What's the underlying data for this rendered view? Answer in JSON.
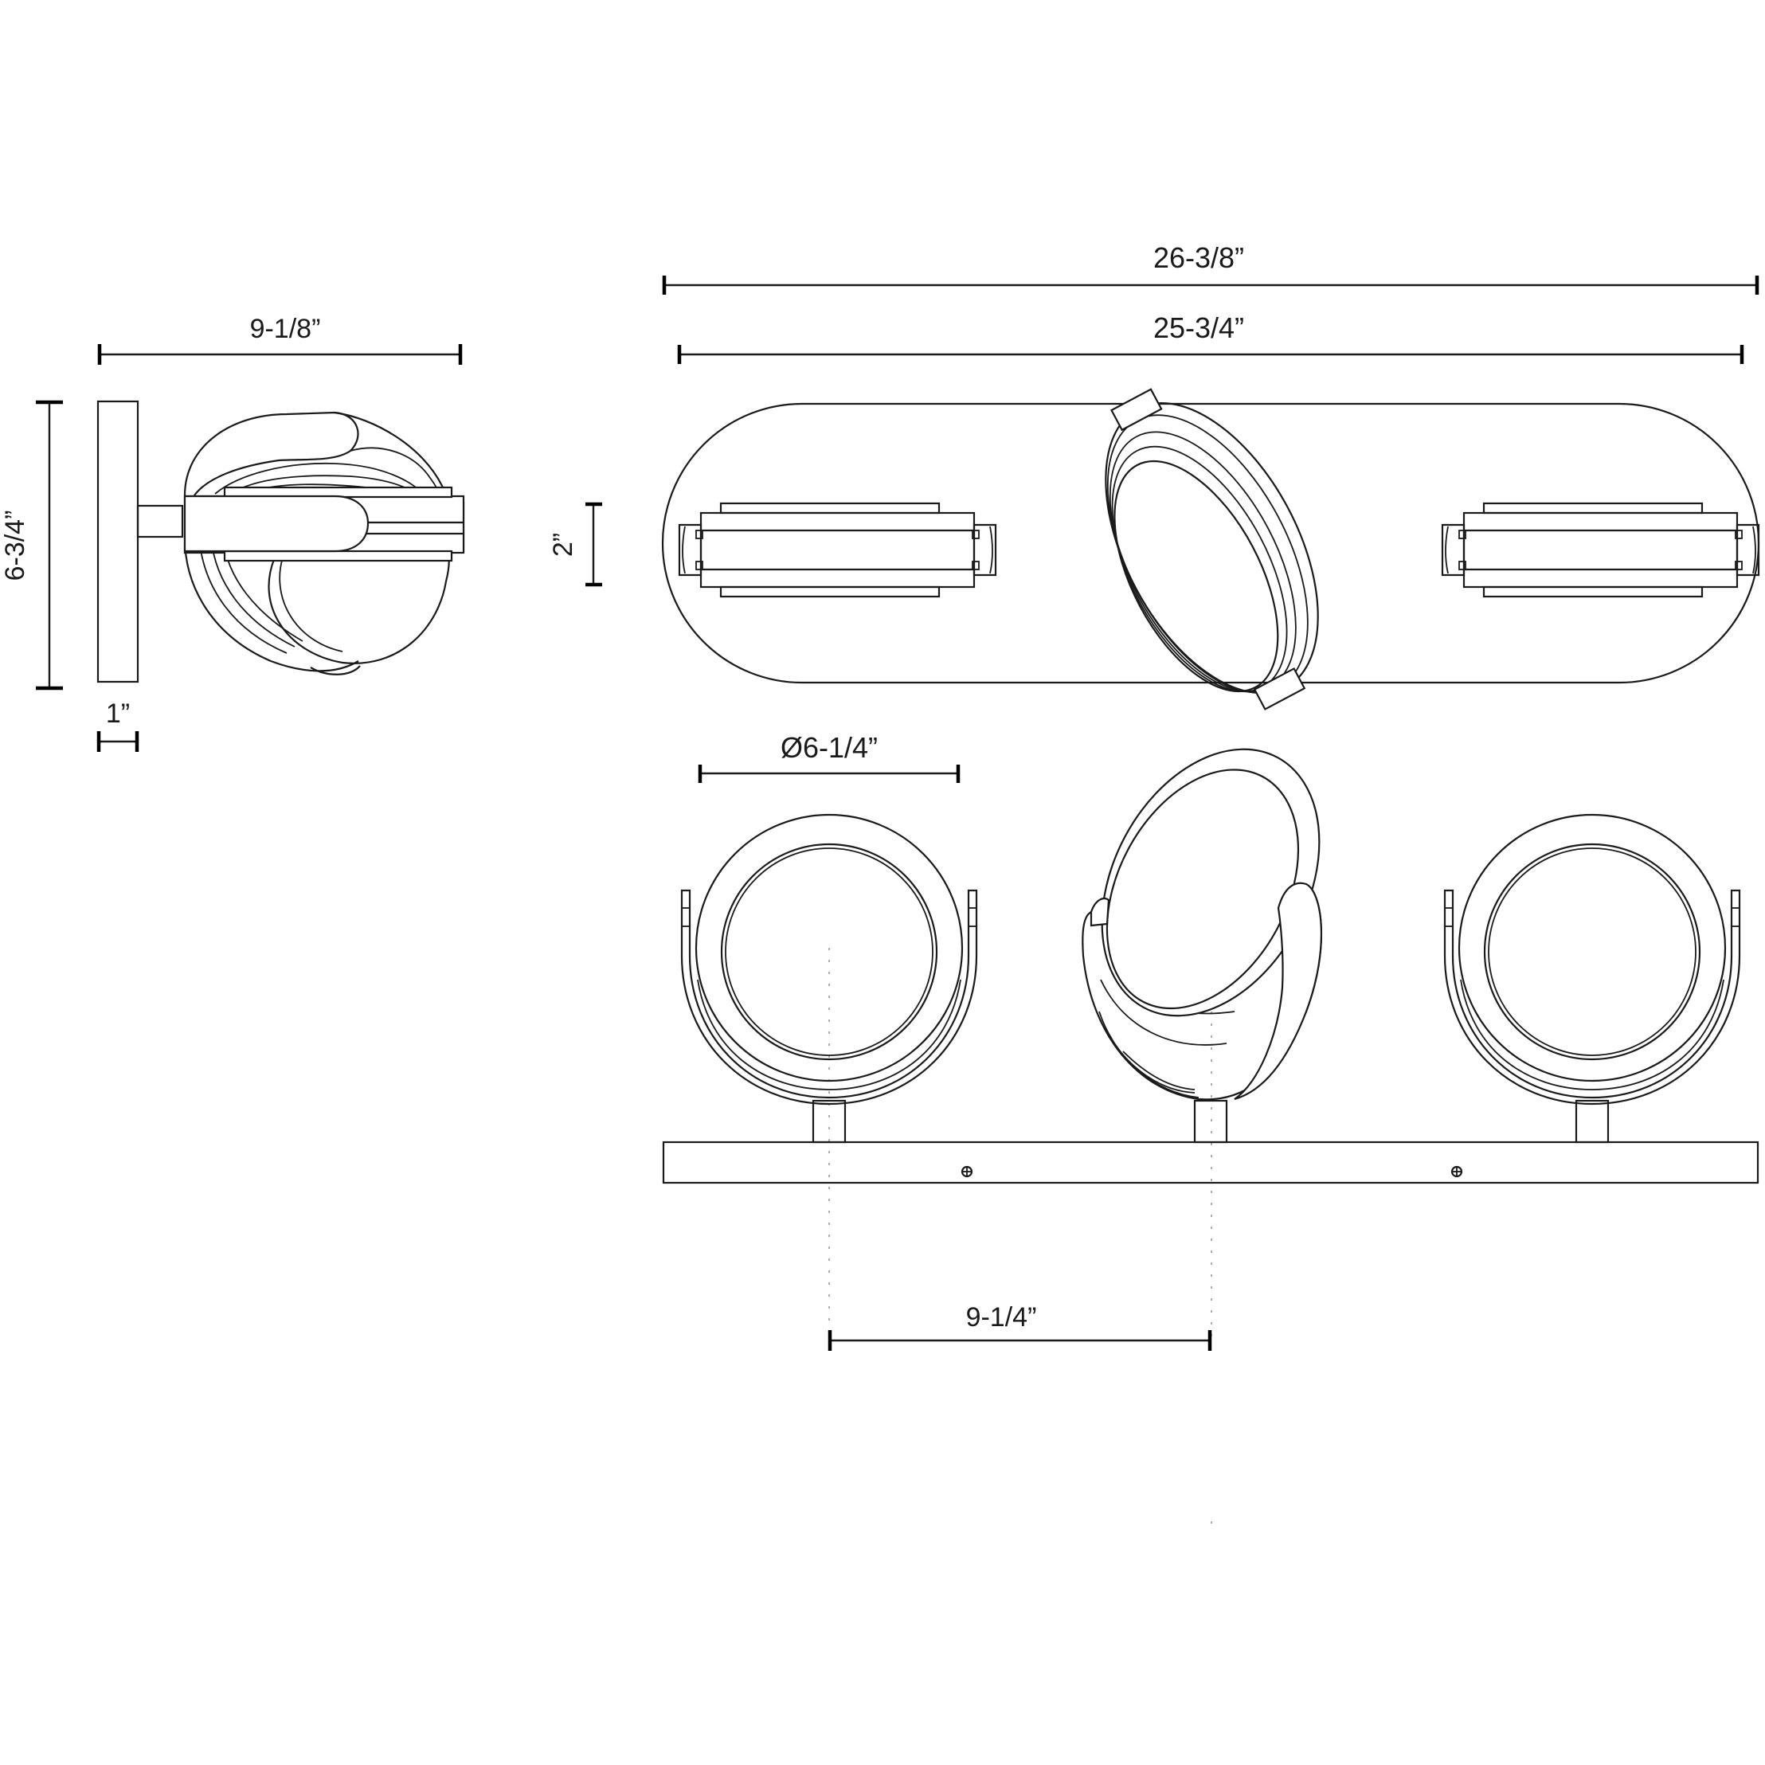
{
  "drawing": {
    "title": "3-light adjustable vanity fixture dimension drawing",
    "line_color": "#1a1a1a",
    "background": "#ffffff"
  },
  "side_view": {
    "width_label": "9-1/8”",
    "height_label": "6-3/4”",
    "backplate_depth_label": "1”"
  },
  "top_view": {
    "overall_length_label": "26-3/8”",
    "backplate_length_label": "25-3/4”",
    "backplate_depth_label": "2”",
    "heads": [
      {
        "name": "left-head",
        "orientation": "straight"
      },
      {
        "name": "center-head",
        "orientation": "tilted"
      },
      {
        "name": "right-head",
        "orientation": "straight"
      }
    ]
  },
  "front_view": {
    "head_diameter_label": "Ø6-1/4”",
    "head_spacing_label": "9-1/4”",
    "heads": [
      {
        "name": "left-head",
        "orientation": "facing-front"
      },
      {
        "name": "center-head",
        "orientation": "tilted"
      },
      {
        "name": "right-head",
        "orientation": "facing-front"
      }
    ],
    "mounting_screws": 2
  }
}
